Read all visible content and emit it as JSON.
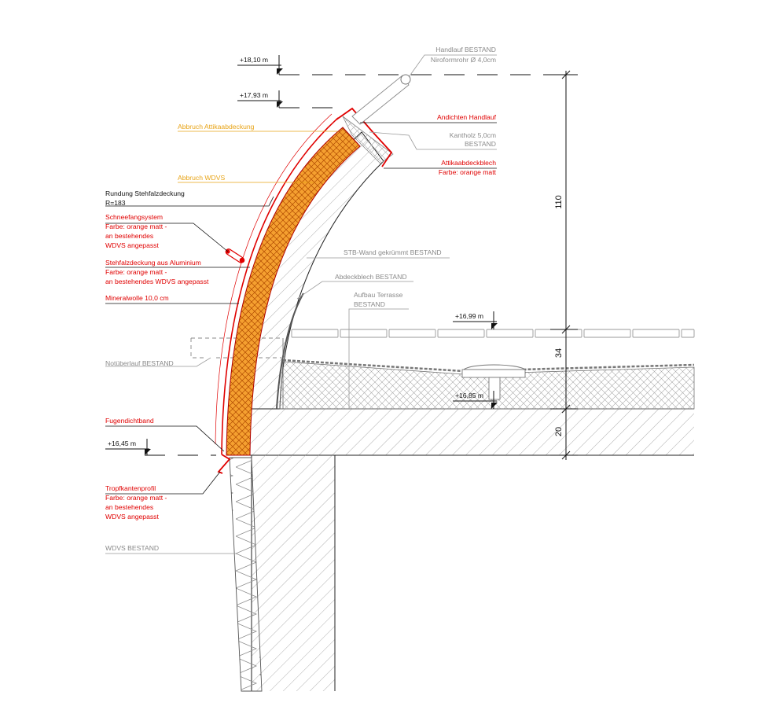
{
  "colors": {
    "red": "#e00000",
    "orange_fill": "#f5a030",
    "orange_text": "#e8a417",
    "gray": "#8a8a8a",
    "black": "#111111"
  },
  "levels": {
    "top": "+18,10 m",
    "attika": "+17,93 m",
    "terrace": "+16,99 m",
    "drain": "+16,85 m",
    "slab": "+16,45 m"
  },
  "dimensions": {
    "d110": "110",
    "d34": "34",
    "d20": "20"
  },
  "labels": {
    "handlauf_1": "Handlauf BESTAND",
    "handlauf_2": "Niroformrohr Ø 4,0cm",
    "andichten": "Andichten Handlauf",
    "kantholz_1": "Kantholz 5,0cm",
    "kantholz_2": "BESTAND",
    "attikablech_1": "Attikaabdeckblech",
    "attikablech_2": "Farbe: orange matt",
    "abbruch_attika": "Abbruch Attikaabdeckung",
    "abbruch_wdvs": "Abbruch WDVS",
    "rundung_1": "Rundung Stehfalzdeckung",
    "rundung_2": "R=183",
    "schnee_1": "Schneefangsystem",
    "schnee_2": "Farbe: orange matt -",
    "schnee_3": "an bestehendes",
    "schnee_4": "WDVS angepasst",
    "stehfalz_1": "Stehfalzdeckung aus Aluminium",
    "stehfalz_2": "Farbe: orange matt -",
    "stehfalz_3": "an bestehendes WDVS angepasst",
    "mineralwolle": "Mineralwolle 10,0 cm",
    "stb_wand": "STB-Wand gekrümmt BESTAND",
    "abdeckblech": "Abdeckblech BESTAND",
    "aufbau_1": "Aufbau Terrasse",
    "aufbau_2": "BESTAND",
    "notueberlauf": "Notüberlauf BESTAND",
    "fugendichtband": "Fugendichtband",
    "tropf_1": "Tropfkantenprofil",
    "tropf_2": "Farbe: orange matt -",
    "tropf_3": "an bestehendes",
    "tropf_4": "WDVS angepasst",
    "wdvs_bestand": "WDVS BESTAND"
  }
}
